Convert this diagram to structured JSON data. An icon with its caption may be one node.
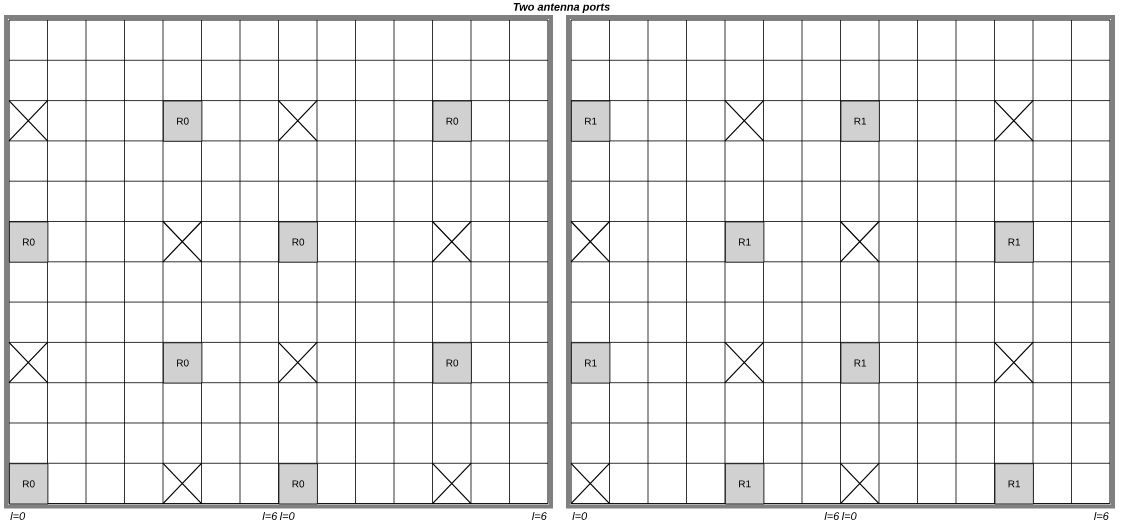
{
  "diagram": {
    "title": "Two antenna ports",
    "nodes": [
      {
        "text": [
          "R0"
        ]
      },
      {
        "text": [
          "R0"
        ]
      },
      {
        "text": [
          "R0"
        ]
      },
      {
        "text": [
          "R0"
        ]
      },
      {
        "text": [
          "R0"
        ]
      },
      {
        "text": [
          "R0"
        ]
      },
      {
        "text": [
          "R0"
        ]
      },
      {
        "text": [
          "R0"
        ]
      },
      {
        "text": [
          "R1"
        ]
      },
      {
        "text": [
          "R1"
        ]
      },
      {
        "text": [
          "R1"
        ]
      },
      {
        "text": [
          "R1"
        ]
      },
      {
        "text": [
          "R1"
        ]
      },
      {
        "text": [
          "R1"
        ]
      },
      {
        "text": [
          "R1"
        ]
      },
      {
        "text": [
          "R1"
        ]
      }
    ],
    "labels": [
      "l=0",
      "l=6",
      "l=0",
      "l=6",
      "l=0",
      "l=6",
      "l=0",
      "l=6"
    ]
  }
}
